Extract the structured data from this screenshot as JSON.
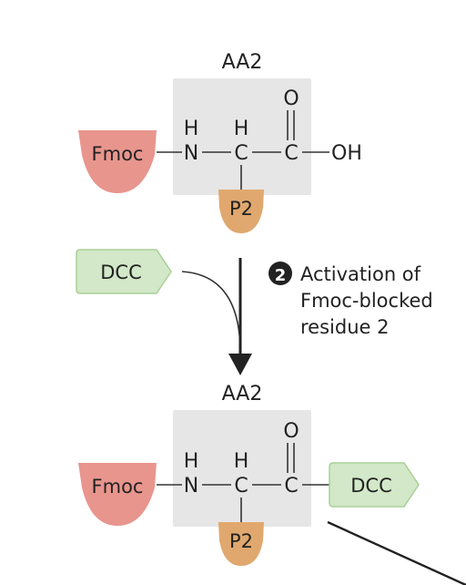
{
  "colors": {
    "fmoc": "#e8958d",
    "protect": "#e0a86e",
    "dcc_fill": "#d2e8c8",
    "dcc_stroke": "#a9cf97",
    "backbone": "#e6e6e6",
    "ink": "#222222"
  },
  "top": {
    "title": "AA2",
    "fmoc": "Fmoc",
    "n_atom": "N",
    "h_on_n": "H",
    "c_alpha": "C",
    "h_on_c": "H",
    "c_carbonyl": "C",
    "o_atom": "O",
    "oh_group": "OH",
    "side_chain": "P2"
  },
  "reagent": "DCC",
  "step": {
    "number": "2",
    "line1": "Activation of",
    "line2": "Fmoc-blocked",
    "line3": "residue 2"
  },
  "bottom": {
    "title": "AA2",
    "fmoc": "Fmoc",
    "n_atom": "N",
    "h_on_n": "H",
    "c_alpha": "C",
    "h_on_c": "H",
    "c_carbonyl": "C",
    "o_atom": "O",
    "activator": "DCC",
    "side_chain": "P2"
  }
}
